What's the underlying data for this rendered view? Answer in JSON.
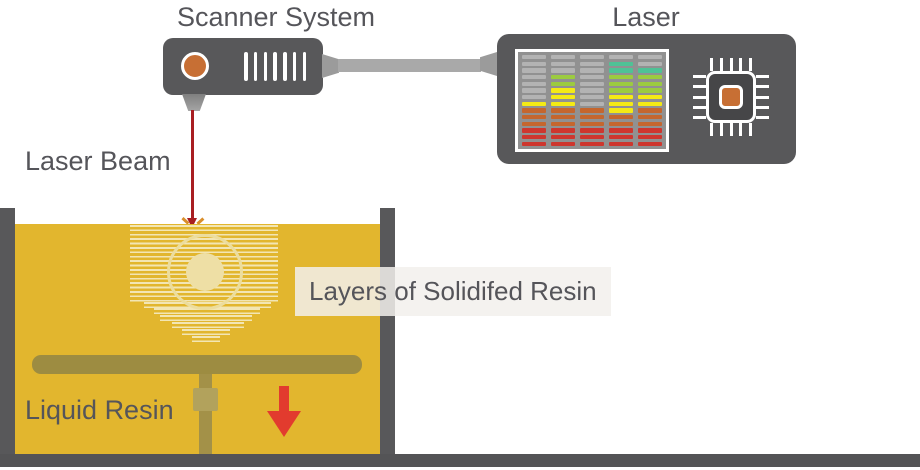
{
  "labels": {
    "scanner_system": "Scanner System",
    "laser": "Laser",
    "laser_beam": "Laser Beam",
    "liquid_resin": "Liquid Resin",
    "solidified_resin": "Layers of Solidifed Resin"
  },
  "colors": {
    "background": "#ffffff",
    "device_body": "#58585a",
    "text": "#55555a",
    "cable": "#a9a9a9",
    "connector": "#9b9b9b",
    "led_orange": "#c76f34",
    "beam_red": "#a81e22",
    "arrow_red": "#e23b2e",
    "resin_yellow": "#e2b62e",
    "solidified_cream": "#ecdd9d",
    "platform_olive": "#9d8c41",
    "floor_gray": "#545456",
    "screen_bg": "#919191",
    "chip_body": "#464648"
  },
  "scanner": {
    "grill_bar_count": 7,
    "led_icon": "orange-led-indicator"
  },
  "laser": {
    "chip": {
      "pins_per_side": 5
    },
    "equalizer": {
      "rows": 14,
      "palette": {
        "gray": "#b3b3b3",
        "teal": "#4fc296",
        "green": "#9ccb40",
        "yellow": "#f4ea15",
        "orange": "#c5662e",
        "red": "#ce362e"
      },
      "columns": [
        [
          "gray",
          "gray",
          "gray",
          "gray",
          "gray",
          "gray",
          "gray",
          "yellow",
          "orange",
          "orange",
          "orange",
          "red",
          "red",
          "red"
        ],
        [
          "gray",
          "gray",
          "gray",
          "green",
          "green",
          "yellow",
          "yellow",
          "yellow",
          "orange",
          "orange",
          "orange",
          "red",
          "red",
          "red"
        ],
        [
          "gray",
          "gray",
          "gray",
          "gray",
          "gray",
          "gray",
          "gray",
          "gray",
          "orange",
          "orange",
          "orange",
          "red",
          "red",
          "red"
        ],
        [
          "gray",
          "teal",
          "teal",
          "green",
          "green",
          "green",
          "yellow",
          "yellow",
          "yellow",
          "orange",
          "orange",
          "red",
          "red",
          "red"
        ],
        [
          "gray",
          "gray",
          "teal",
          "green",
          "green",
          "green",
          "yellow",
          "yellow",
          "orange",
          "orange",
          "orange",
          "red",
          "red",
          "red"
        ]
      ]
    }
  }
}
